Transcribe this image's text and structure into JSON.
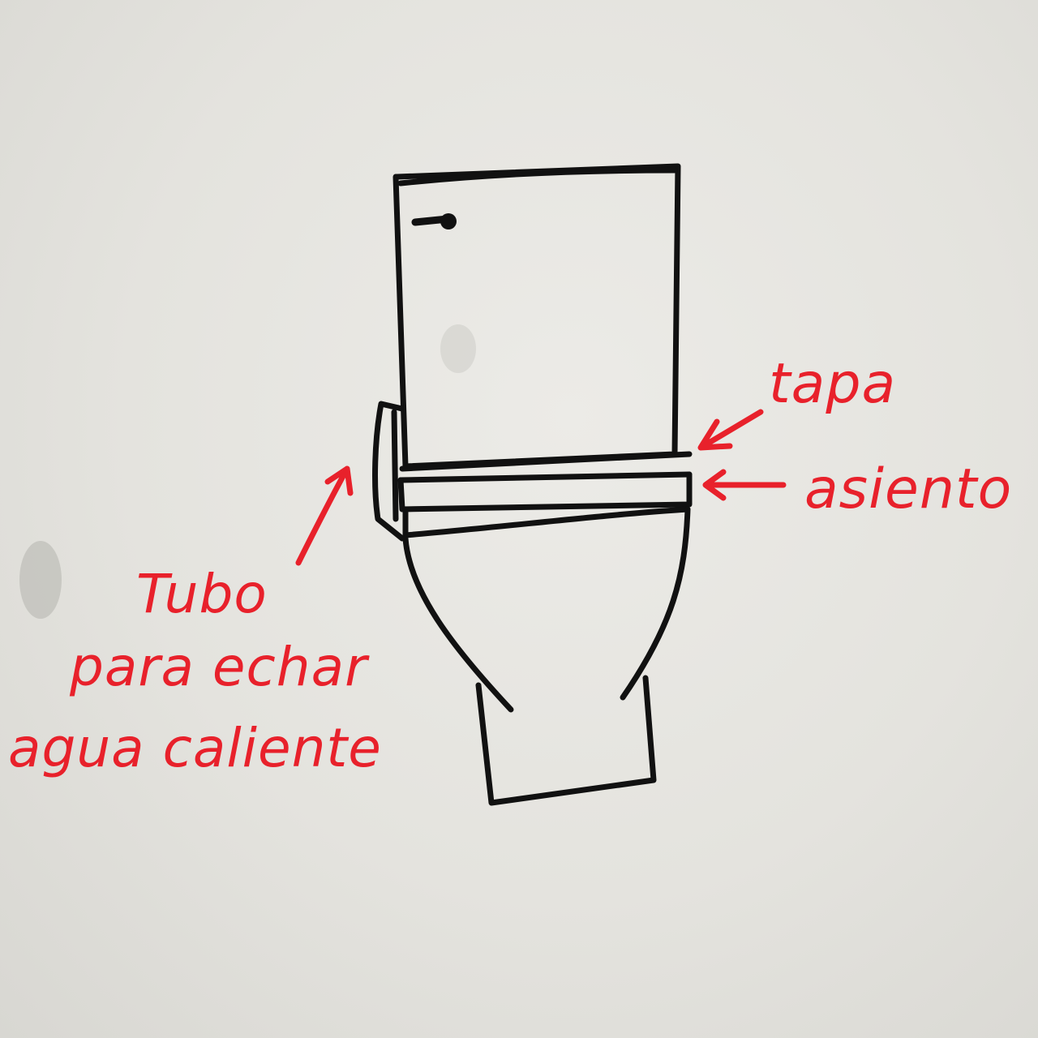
{
  "colors": {
    "board": "#e6e5e0",
    "sketch_ink": "#111111",
    "annotation_ink": "#e8212b"
  },
  "annotations": {
    "tapa": "tapa",
    "asiento": "asiento",
    "tubo_line1": "Tubo",
    "tubo_line2": "para echar",
    "tubo_line3": "agua caliente"
  }
}
